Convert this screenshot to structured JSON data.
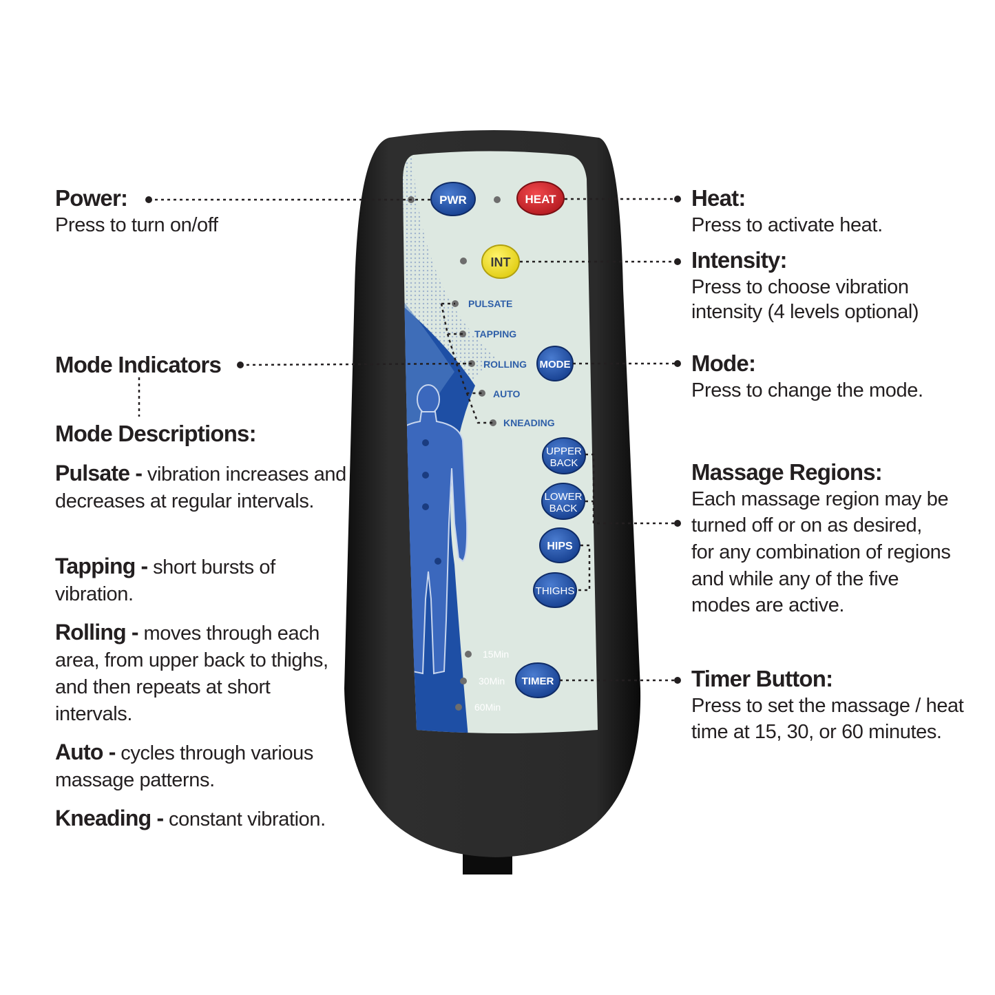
{
  "left": {
    "power": {
      "title": "Power:",
      "desc": "Press to turn on/off"
    },
    "mode_indicators": {
      "title": "Mode Indicators"
    },
    "mode_descriptions": {
      "title": "Mode Descriptions:",
      "items": [
        {
          "name": "Pulsate -",
          "text": "vibration increases and decreases at regular intervals."
        },
        {
          "name": "Tapping -",
          "text": "short bursts of vibration."
        },
        {
          "name": "Rolling -",
          "text": "moves through each area, from upper back to thighs, and then repeats at short intervals."
        },
        {
          "name": "Auto -",
          "text": "cycles through various massage patterns."
        },
        {
          "name": "Kneading -",
          "text": "constant vibration."
        }
      ]
    }
  },
  "right": {
    "heat": {
      "title": "Heat:",
      "desc": "Press to activate heat."
    },
    "intensity": {
      "title": "Intensity:",
      "desc1": "Press to choose vibration",
      "desc2": "intensity (4 levels optional)"
    },
    "mode": {
      "title": "Mode:",
      "desc": "Press to change the mode."
    },
    "regions": {
      "title": "Massage Regions:",
      "lines": [
        "Each massage region may be",
        "turned off or on as desired,",
        "for any combination of regions",
        "and while any of the five",
        "modes are active."
      ]
    },
    "timer": {
      "title": "Timer Button:",
      "desc1": "Press to set the massage / heat",
      "desc2": "time at 15, 30, or 60 minutes."
    }
  },
  "remote": {
    "buttons": {
      "pwr": "PWR",
      "heat": "HEAT",
      "int": "INT",
      "mode": "MODE",
      "upper1": "UPPER",
      "upper2": "BACK",
      "lower1": "LOWER",
      "lower2": "BACK",
      "hips": "HIPS",
      "thighs": "THIGHS",
      "timer": "TIMER"
    },
    "indicators": [
      "PULSATE",
      "TAPPING",
      "ROLLING",
      "AUTO",
      "KNEADING"
    ],
    "times": [
      "15Min",
      "30Min",
      "60Min"
    ]
  },
  "colors": {
    "pwr": "#1f4fa6",
    "heat": "#d8262c",
    "int": "#f0e21a",
    "blue": "#1e4fa5",
    "panel": "#dfe9e3",
    "body": "#1a1a1a"
  }
}
